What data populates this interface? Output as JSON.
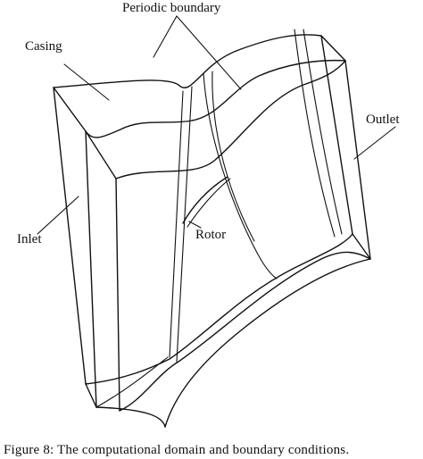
{
  "labels": {
    "periodic_boundary": "Periodic boundary",
    "casing": "Casing",
    "outlet": "Outlet",
    "inlet": "Inlet",
    "rotor": "Rotor"
  },
  "caption": "Figure 8: The computational domain and boundary conditions."
}
